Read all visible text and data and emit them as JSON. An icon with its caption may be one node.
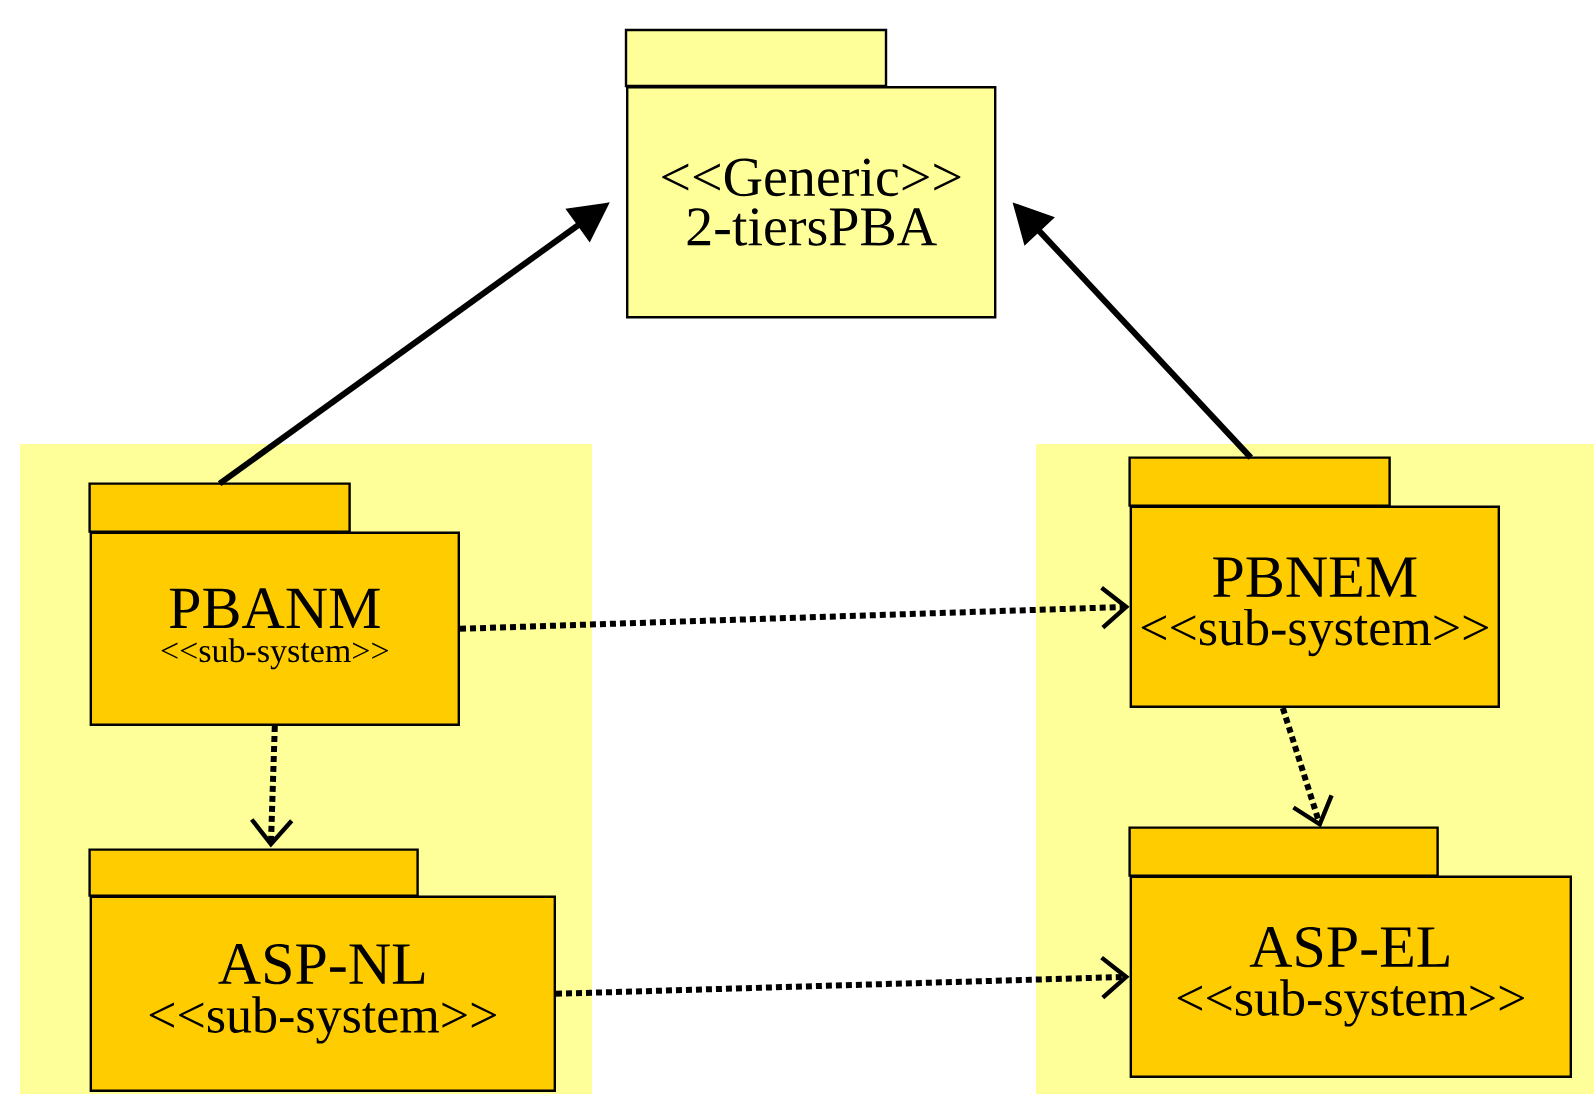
{
  "diagram": {
    "nodes": [
      {
        "text": [
          "<<Generic>>",
          "2-tiersPBA"
        ]
      },
      {
        "text": [],
        "shape": "box"
      },
      {
        "text": [
          "PBANM",
          "<<sub-system>>"
        ],
        "in": 1
      },
      {
        "text": [
          "ASP-NL",
          "<<sub-system>>"
        ],
        "in": 1
      },
      {
        "text": [],
        "shape": "box"
      },
      {
        "text": [
          "PBNEM",
          "<<sub-system>>"
        ],
        "in": 4
      },
      {
        "text": [
          "ASP-EL",
          "<<sub-system>>"
        ],
        "in": 4
      }
    ],
    "edges": [
      {
        "from": 2,
        "to": 0,
        "arrow": "to"
      },
      {
        "from": 5,
        "to": 0,
        "arrow": "to"
      },
      {
        "from": 2,
        "to": 5,
        "arrow": "to",
        "style": "dashed"
      },
      {
        "from": 2,
        "to": 3,
        "arrow": "to",
        "style": "dashed"
      },
      {
        "from": 5,
        "to": 6,
        "arrow": "to",
        "style": "dashed"
      },
      {
        "from": 3,
        "to": 6,
        "arrow": "to",
        "style": "dashed"
      }
    ]
  }
}
